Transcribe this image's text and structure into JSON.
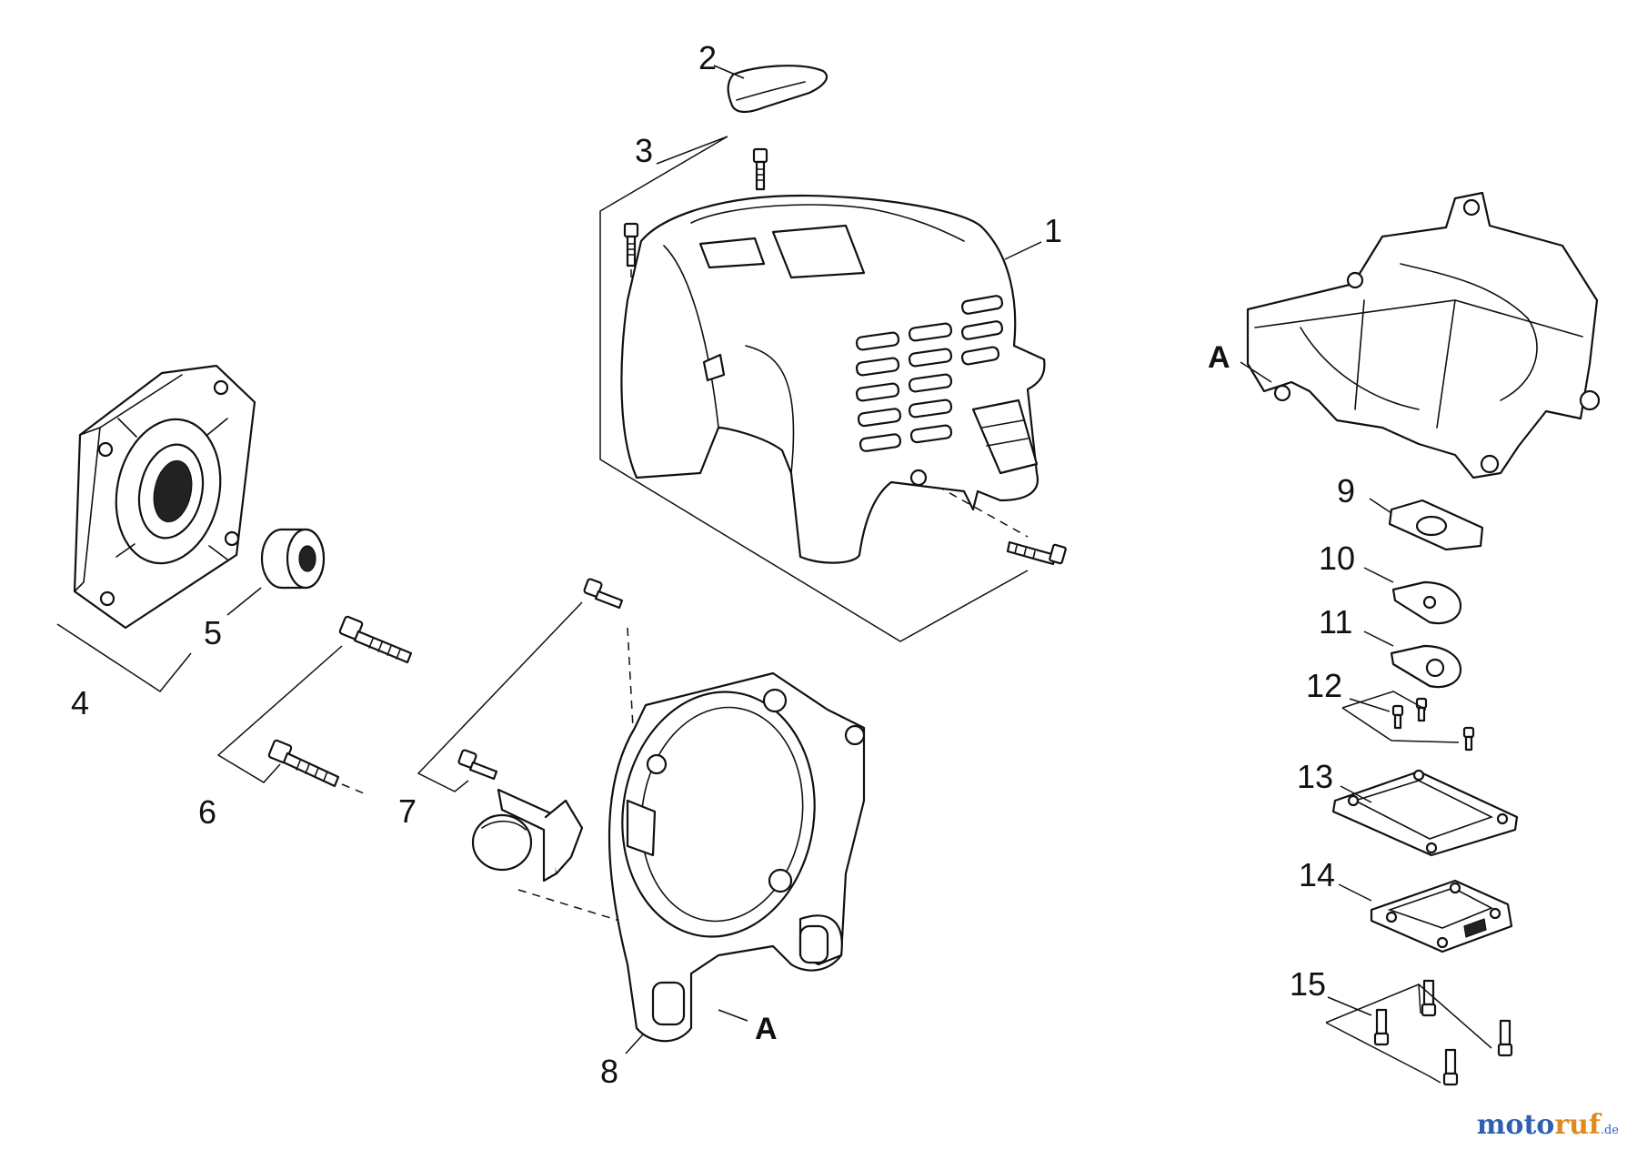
{
  "parts": [
    {
      "callout": "1",
      "name": "fan cover"
    },
    {
      "callout": "2",
      "name": "cap"
    },
    {
      "callout": "3",
      "name": "bolts"
    },
    {
      "callout": "4",
      "name": "housing assembly"
    },
    {
      "callout": "5",
      "name": "ball bearing"
    },
    {
      "callout": "6",
      "name": "bolts"
    },
    {
      "callout": "7",
      "name": "bolts"
    },
    {
      "callout": "8",
      "name": "fan case"
    },
    {
      "callout": "9",
      "name": "gasket"
    },
    {
      "callout": "10",
      "name": "gasket"
    },
    {
      "callout": "11",
      "name": "gasket"
    },
    {
      "callout": "12",
      "name": "screws"
    },
    {
      "callout": "13",
      "name": "gasket"
    },
    {
      "callout": "14",
      "name": "plate"
    },
    {
      "callout": "15",
      "name": "screws"
    }
  ],
  "reference_marks": {
    "left": "A",
    "right": "A"
  },
  "watermark": {
    "brand_a": "moto",
    "brand_b": "ruf",
    "tld": ".de"
  }
}
